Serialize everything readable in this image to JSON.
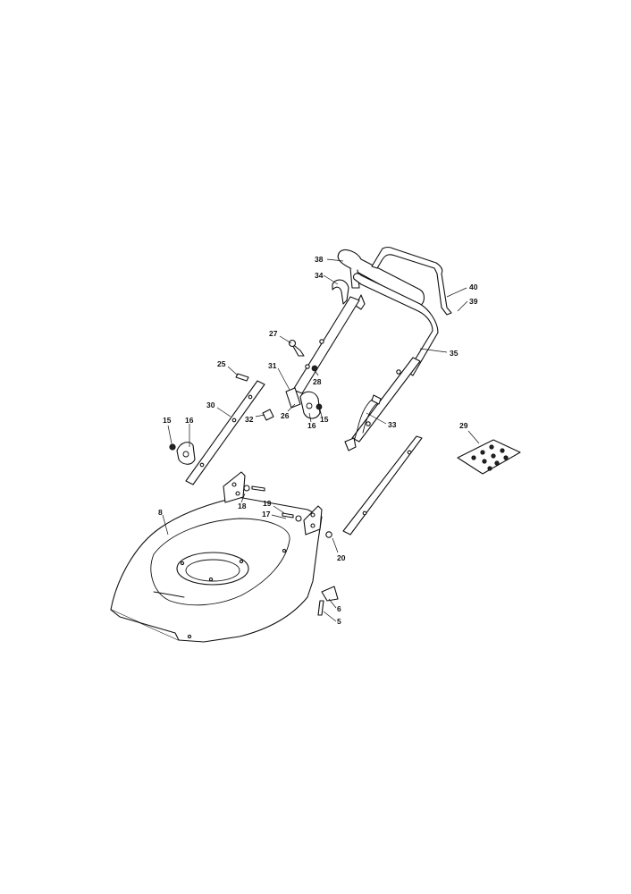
{
  "callouts": [
    {
      "id": "c38",
      "label": "38"
    },
    {
      "id": "c34",
      "label": "34"
    },
    {
      "id": "c40",
      "label": "40"
    },
    {
      "id": "c39",
      "label": "39"
    },
    {
      "id": "c27",
      "label": "27"
    },
    {
      "id": "c35",
      "label": "35"
    },
    {
      "id": "c25",
      "label": "25"
    },
    {
      "id": "c31",
      "label": "31"
    },
    {
      "id": "c28",
      "label": "28"
    },
    {
      "id": "c30",
      "label": "30"
    },
    {
      "id": "c26",
      "label": "26"
    },
    {
      "id": "c32",
      "label": "32"
    },
    {
      "id": "c16a",
      "label": "16"
    },
    {
      "id": "c15a",
      "label": "15"
    },
    {
      "id": "c16b",
      "label": "16"
    },
    {
      "id": "c15b",
      "label": "15"
    },
    {
      "id": "c33",
      "label": "33"
    },
    {
      "id": "c29",
      "label": "29"
    },
    {
      "id": "c18",
      "label": "18"
    },
    {
      "id": "c19",
      "label": "19"
    },
    {
      "id": "c17",
      "label": "17"
    },
    {
      "id": "c8",
      "label": "8"
    },
    {
      "id": "c20",
      "label": "20"
    },
    {
      "id": "c6",
      "label": "6"
    },
    {
      "id": "c5",
      "label": "5"
    }
  ]
}
